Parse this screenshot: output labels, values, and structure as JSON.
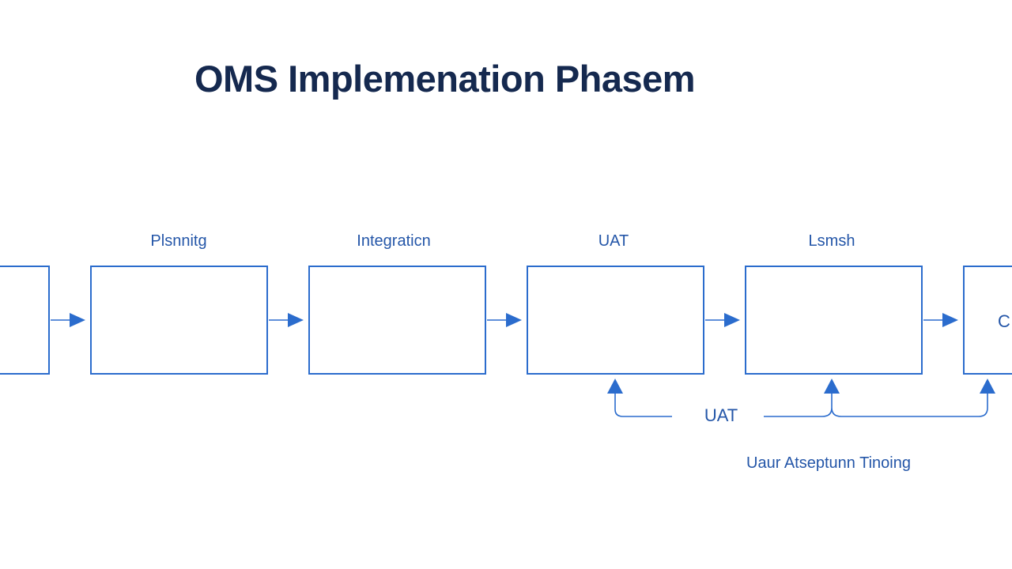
{
  "title": "OMS Implemenation Phasem",
  "phases": [
    {
      "label": ""
    },
    {
      "label": "Plsnnitg"
    },
    {
      "label": "Integraticn"
    },
    {
      "label": "UAT"
    },
    {
      "label": "Lsmsh"
    },
    {
      "label": "",
      "text": "C"
    }
  ],
  "feedback": {
    "label": "UAT",
    "caption": "Uaur  Atseptunn Tinoing"
  },
  "colors": {
    "title": "#15294f",
    "accent": "#2b6ccd",
    "label": "#2456a8"
  }
}
